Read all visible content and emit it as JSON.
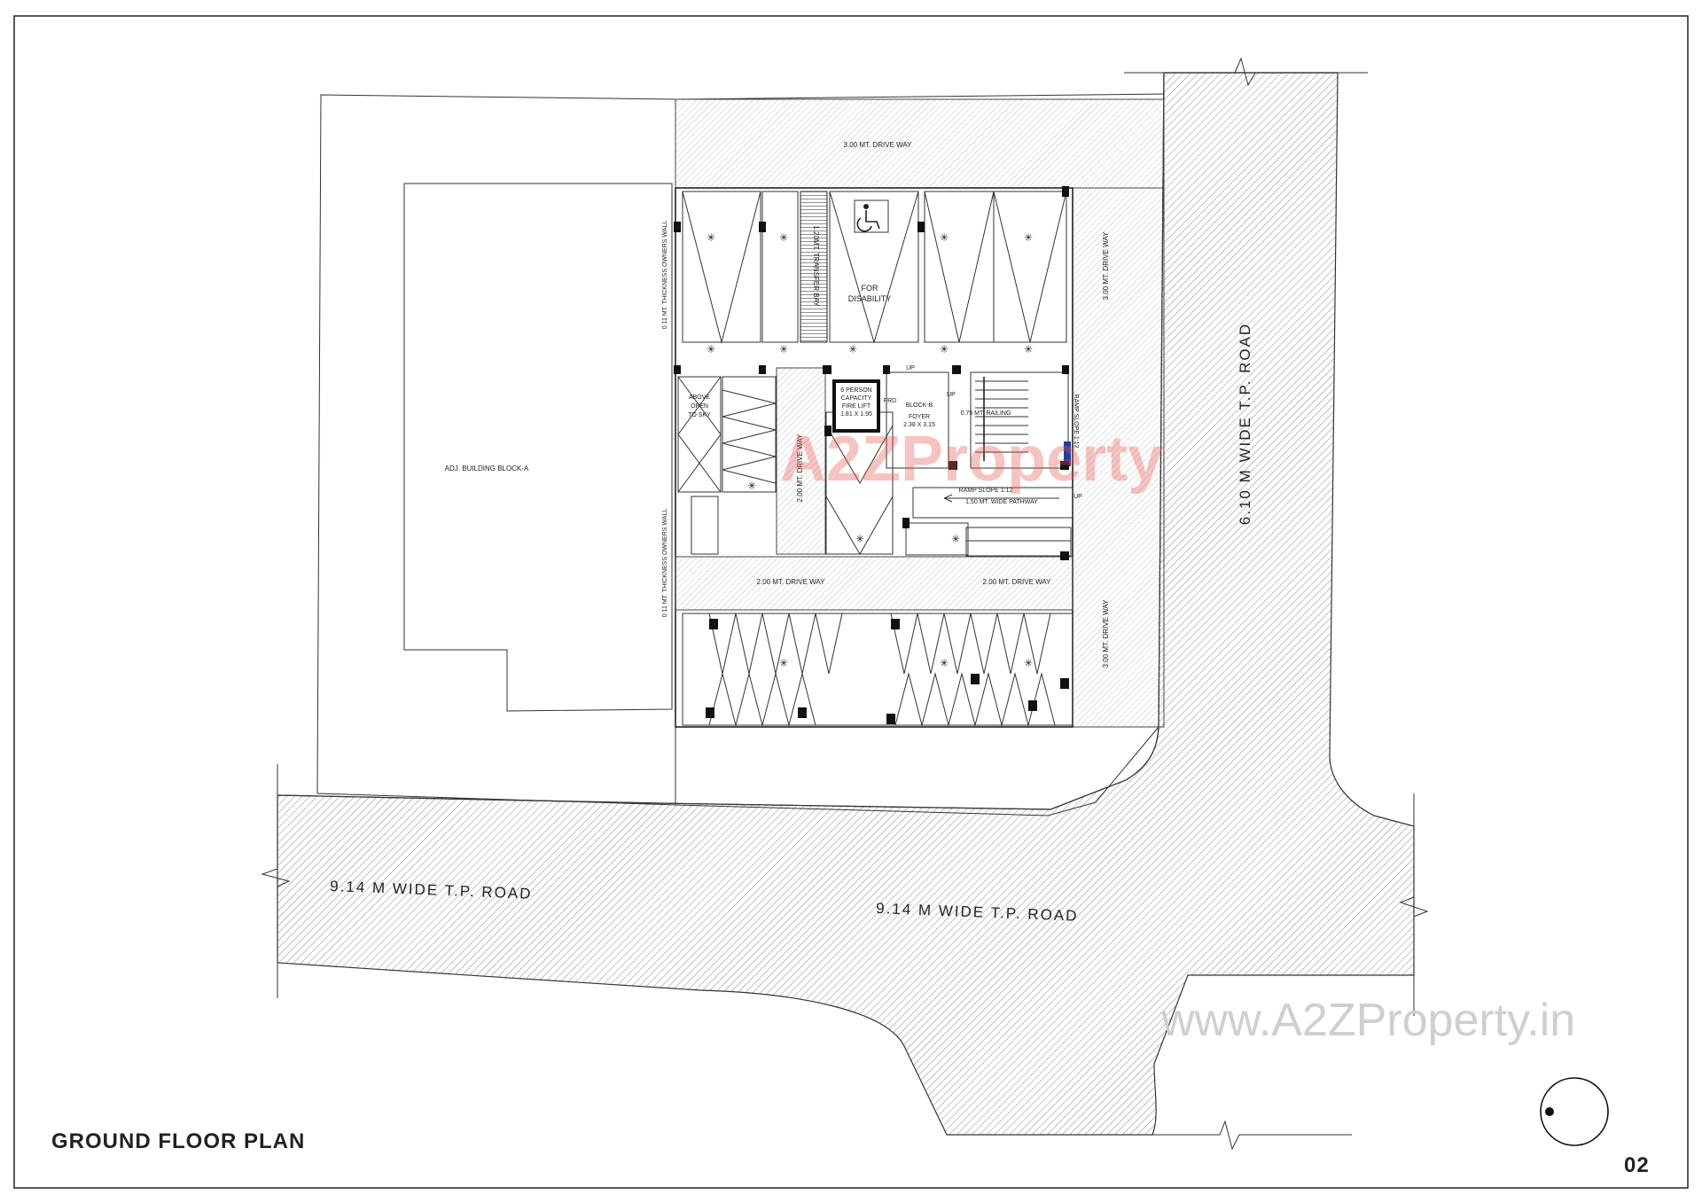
{
  "sheet": {
    "title": "GROUND FLOOR PLAN",
    "sheet_number": "02"
  },
  "roads": {
    "south_road_left": "9.14 M  WIDE T.P. ROAD",
    "south_road_right": "9.14 M  WIDE T.P. ROAD",
    "east_road": "6.10 M  WIDE T.P. ROAD"
  },
  "site": {
    "adjacent_building": "ADJ. BUILDING BLOCK-A",
    "north_driveway": "3.00 MT. DRIVE WAY",
    "east_driveway_upper": "3.00 MT. DRIVE WAY",
    "east_driveway_lower": "3.00 MT. DRIVE WAY",
    "owners_wall_upper": "0.11 MT. THICKNESS OWNERS WALL",
    "owners_wall_lower": "0.11 MT. THICKNESS OWNERS WALL"
  },
  "building": {
    "transfer_bay": "1.20MT. TRANSFER BAY",
    "for_disability_line1": "FOR",
    "for_disability_line2": "DISABILITY",
    "open_to_sky_line1": "ABOVE",
    "open_to_sky_line2": "OPEN",
    "open_to_sky_line3": "TO SKY",
    "driveway_inner_vertical": "2.00 MT. DRIVE WAY",
    "driveway_inner_left": "2.00 MT. DRIVE WAY",
    "driveway_inner_right": "2.00 MT. DRIVE WAY",
    "lift_line1": "6 PERSON",
    "lift_line2": "CAPACITY",
    "lift_line3": "FIRE LIFT",
    "lift_line4": "1.81 X 1.95",
    "frd": "FRD",
    "block": "BLOCK-B",
    "foyer_line1": "FOYER",
    "foyer_line2": "2.38 X 3.15",
    "railing": "0.75 MT. RAILING",
    "ramp_slope": "RAMP SLOPE 1:12",
    "ramp_side": "RAMP SLOPE 1:12",
    "side_pathway": "1.50 MT. WIDE PATHWAY",
    "up_1": "UP",
    "up_2": "UP",
    "up_3": "UP"
  },
  "watermark": {
    "brand": "A2ZProperty",
    "url": "www.A2ZProperty.in"
  },
  "colors": {
    "brand_a": "#e8554e",
    "brand_2": "#f1a33a",
    "brand_z": "#57b84b",
    "brand_p": "#3b8fd9",
    "brand_r": "#e8554e",
    "brand_o": "#f1a33a",
    "brand_p2": "#57b84b",
    "brand_e": "#8e5bd6",
    "brand_rt": "#3b8fd9",
    "brand_y": "#e6c23a"
  }
}
